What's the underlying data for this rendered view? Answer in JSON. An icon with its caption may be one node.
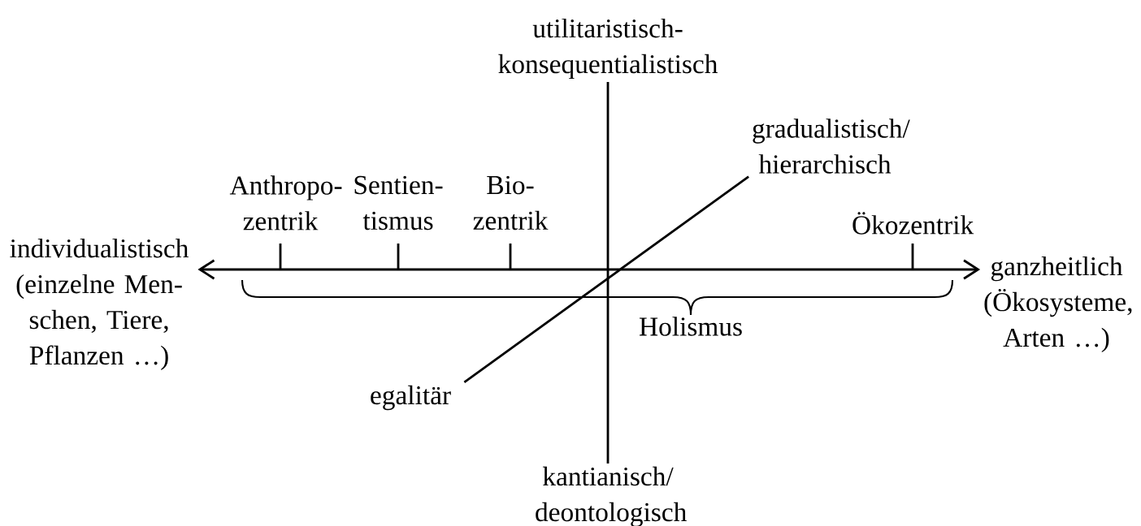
{
  "diagram": {
    "nodes": [
      {
        "text": [
          "utilitaristisch- konsequentialistisch"
        ]
      },
      {
        "text": [
          "gradualistisch/ hierarchisch"
        ]
      },
      {
        "text": [
          "individualistisch (einzelne Men- schen, Tiere, Pflanzen …)"
        ]
      },
      {
        "text": [
          "ganzheitlich (Ökosysteme, Arten …)"
        ]
      },
      {
        "text": [
          "egalitär"
        ]
      },
      {
        "text": [
          "kantianisch/ deontologisch"
        ]
      }
    ],
    "edges": [
      {
        "from": 2,
        "to": 3,
        "arrow": "both"
      },
      {
        "from": 0,
        "to": 5,
        "arrow": "none"
      },
      {
        "from": 4,
        "to": 1,
        "arrow": "none"
      }
    ],
    "labels": [
      "Anthropo- zentrik",
      "Sentien- tismus",
      "Bio- zentrik",
      "Ökozentrik",
      "Holismus"
    ]
  }
}
